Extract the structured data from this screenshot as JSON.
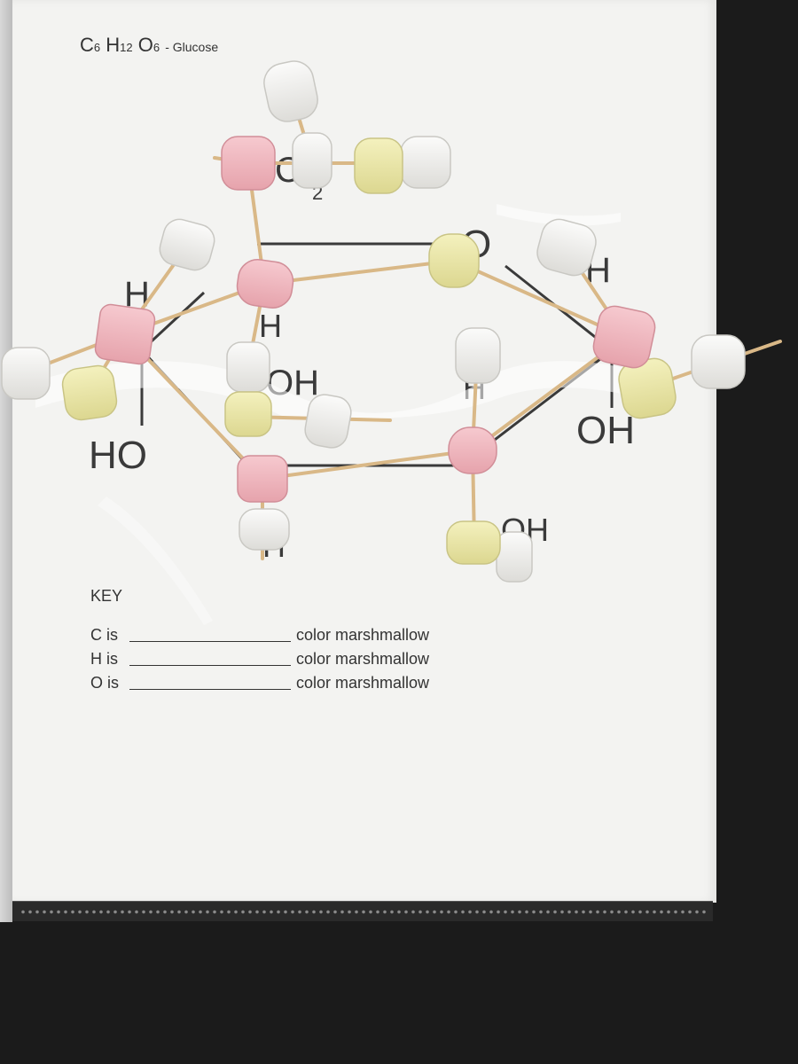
{
  "worksheet": {
    "formula": {
      "c": "C",
      "c_sub": "6",
      "h": "H",
      "h_sub": "12",
      "o": "O",
      "o_sub": "6",
      "name": "- Glucose"
    },
    "printed_labels": {
      "ring_o": "O",
      "ho": "HO",
      "oh_right": "OH",
      "oh_center": "OH",
      "h_top_left": "H",
      "h_top_right": "H",
      "h_mid": "H",
      "h_right": "H",
      "h_bottom": "H",
      "oh_bottom": "OH",
      "ch2": "CH",
      "two": "2"
    },
    "key": {
      "title": "KEY",
      "rows": [
        {
          "elem": "C is",
          "suffix": "color marshmallow"
        },
        {
          "elem": "H is",
          "suffix": "color marshmallow"
        },
        {
          "elem": "O is",
          "suffix": "color marshmallow"
        }
      ]
    }
  },
  "colors": {
    "carbon_marshmallow": "#f1b8c0",
    "hydrogen_marshmallow": "#f2f1ee",
    "oxygen_marshmallow": "#ece8a6",
    "toothpick": "#e3c596",
    "print_ink": "#3a3a3a"
  }
}
